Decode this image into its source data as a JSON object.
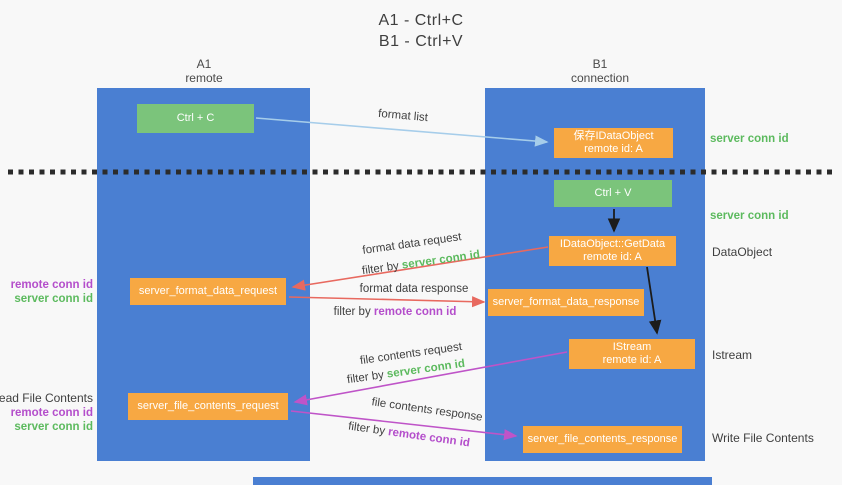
{
  "title": {
    "line1": "A1 - Ctrl+C",
    "line2": "B1 - Ctrl+V"
  },
  "columns": {
    "a": {
      "title": "A1",
      "subtitle": "remote"
    },
    "b": {
      "title": "B1",
      "subtitle": "connection"
    }
  },
  "nodes": {
    "ctrl_c": {
      "label": "Ctrl + C"
    },
    "save_idataobject": {
      "line1": "保存IDataObject",
      "line2": "remote id: A"
    },
    "ctrl_v": {
      "label": "Ctrl + V"
    },
    "idataobject_getdata": {
      "line1": "IDataObject::GetData",
      "line2": "remote id: A"
    },
    "server_format_data_request": {
      "label": "server_format_data_request"
    },
    "server_format_data_response": {
      "label": "server_format_data_response"
    },
    "istream": {
      "line1": "IStream",
      "line2": "remote id: A"
    },
    "server_file_contents_request": {
      "label": "server_file_contents_request"
    },
    "server_file_contents_response": {
      "label": "server_file_contents_response"
    }
  },
  "arrow_labels": {
    "format_list": "format list",
    "format_data_request": "format data request",
    "format_data_response": "format data response",
    "file_contents_request": "file contents request",
    "file_contents_response": "file contents response",
    "filter_by": "filter by",
    "server_conn_id": "server conn id",
    "remote_conn_id": "remote conn id"
  },
  "side_labels": {
    "server_conn_id_top": "server conn id",
    "server_conn_id_mid": "server conn id",
    "dataobject": "DataObject",
    "istream": "Istream",
    "write_file_contents": "Write File Contents",
    "read_file_contents": "Read File Contents",
    "remote_conn_id": "remote conn id",
    "server_conn_id": "server conn id"
  },
  "colors": {
    "column_blue": "#4a7fd2",
    "box_green": "#7bc47b",
    "box_orange": "#f7a843",
    "green_id": "#5cba5e",
    "purple_id": "#b44ecb",
    "arrow_red": "#e8695f",
    "arrow_magenta": "#bf54c8",
    "arrow_lightblue": "#a6cdea",
    "arrow_black": "#1c1c1c",
    "text_dark": "#3f3f3f",
    "background": "#f8f8f8"
  }
}
